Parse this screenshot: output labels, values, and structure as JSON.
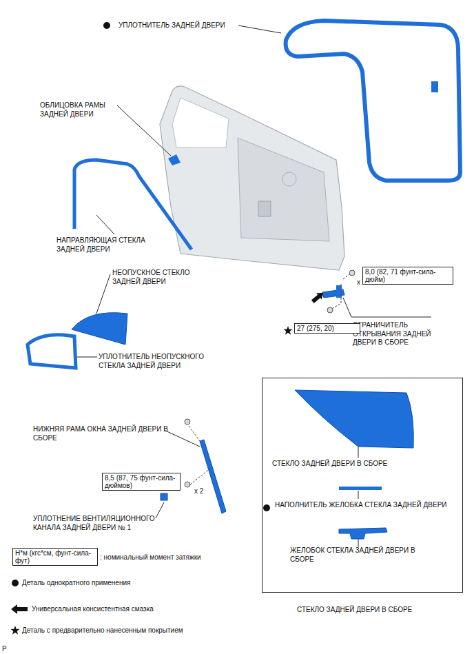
{
  "diagram": {
    "nodes": [
      {
        "text": [
          "8,0 (82, 71 фунт-сила-дюйм)"
        ]
      },
      {
        "text": [
          "27 (275, 20)"
        ]
      },
      {
        "text": [
          "СТЕКЛО ЗАДНЕЙ ДВЕРИ В СБОРЕ",
          "НАПОЛНИТЕЛЬ ЖЕЛОБКА СТЕКЛА ЗАДНЕЙ ДВЕРИ",
          "ЖЕЛОБОК СТЕКЛА ЗАДНЕЙ ДВЕРИ В СБОРЕ",
          "СТЕКЛО ЗАДНЕЙ ДВЕРИ В СБОРЕ"
        ]
      },
      {
        "text": [
          "8,5 (87, 75 фунт-сила-дюймов)"
        ]
      },
      {
        "text": [
          "Н*м (кгс*см, фунт-сила-фут)"
        ]
      }
    ],
    "labels": [
      "УПЛОТНИТЕЛЬ ЗАДНЕЙ ДВЕРИ",
      "ОБЛИЦОВКА РАМЫ ЗАДНЕЙ ДВЕРИ",
      "НАПРАВЛЯЮЩАЯ СТЕКЛА ЗАДНЕЙ ДВЕРИ",
      "НЕОПУСКНОЕ СТЕКЛО ЗАДНЕЙ ДВЕРИ",
      "x 2",
      "УПЛОТНИТЕЛЬ НЕОПУСКНОГО СТЕКЛА ЗАДНЕЙ ДВЕРИ",
      "ОГРАНИЧИТЕЛЬ ОТКРЫВАНИЯ ЗАДНЕЙ ДВЕРИ В СБОРЕ",
      "НИЖНЯЯ РАМА ОКНА ЗАДНЕЙ ДВЕРИ В СБОРЕ",
      "x 2",
      "УПЛОТНЕНИЕ ВЕНТИЛЯЦИОННОГО КАНАЛА ЗАДНЕЙ ДВЕРИ № 1",
      "P"
    ],
    "legend": [
      {
        "text": ": номинальный момент затяжки"
      },
      {
        "text": "Деталь однократного применения"
      },
      {
        "text": "Универсальная консистентная смазка"
      },
      {
        "text": "Деталь с предварительно нанесенным покрытием"
      }
    ]
  }
}
